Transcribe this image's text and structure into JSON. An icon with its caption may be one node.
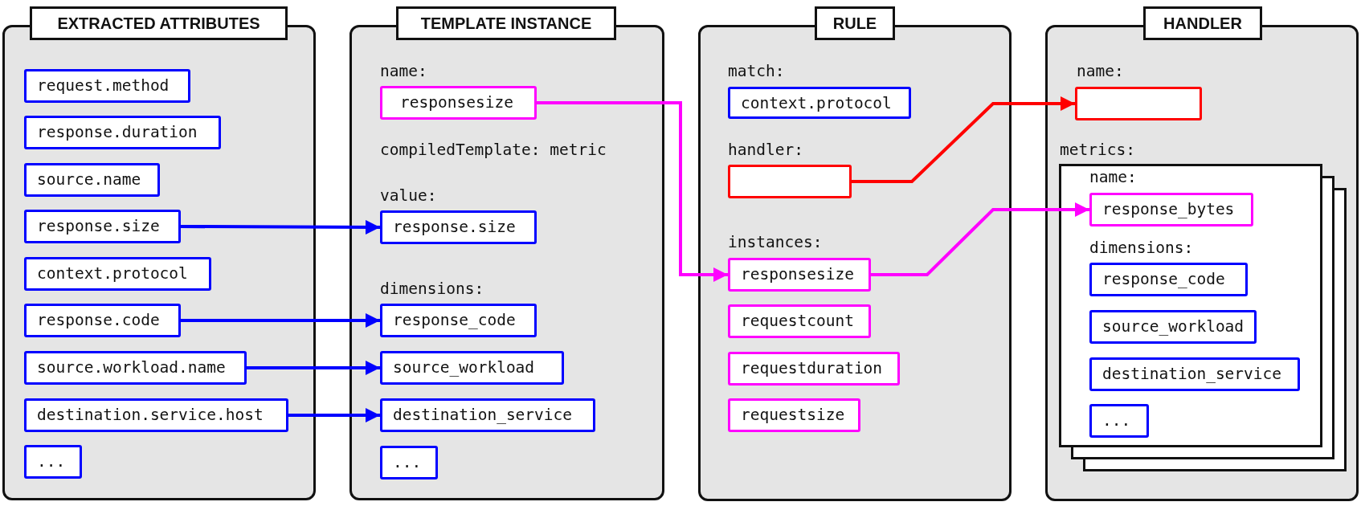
{
  "diagram": {
    "nodes": [
      {
        "text": [
          "EXTRACTED ATTRIBUTES"
        ]
      },
      {
        "text": [
          "request.method"
        ],
        "in": 0
      },
      {
        "text": [
          "response.duration"
        ],
        "in": 0
      },
      {
        "text": [
          "source.name"
        ],
        "in": 0
      },
      {
        "text": [
          "response.size"
        ],
        "in": 0
      },
      {
        "text": [
          "context.protocol"
        ],
        "in": 0
      },
      {
        "text": [
          "response.code"
        ],
        "in": 0
      },
      {
        "text": [
          "source.workload.name"
        ],
        "in": 0
      },
      {
        "text": [
          "destination.service.host"
        ],
        "in": 0
      },
      {
        "text": [
          "..."
        ],
        "in": 0
      },
      {
        "text": [
          "TEMPLATE INSTANCE",
          "name:",
          "compiledTemplate: metric",
          "value:",
          "dimensions:"
        ]
      },
      {
        "text": [
          "responsesize"
        ],
        "in": 10
      },
      {
        "text": [
          "response.size"
        ],
        "in": 10
      },
      {
        "text": [
          "response_code"
        ],
        "in": 10
      },
      {
        "text": [
          "source_workload"
        ],
        "in": 10
      },
      {
        "text": [
          "destination_service"
        ],
        "in": 10
      },
      {
        "text": [
          "..."
        ],
        "in": 10
      },
      {
        "text": [
          "RULE",
          "match:",
          "handler:",
          "instances:"
        ]
      },
      {
        "text": [
          "context.protocol"
        ],
        "in": 17
      },
      {
        "text": [],
        "shape": "box",
        "in": 17
      },
      {
        "text": [
          "responsesize"
        ],
        "in": 17
      },
      {
        "text": [
          "requestcount"
        ],
        "in": 17
      },
      {
        "text": [
          "requestduration"
        ],
        "in": 17
      },
      {
        "text": [
          "requestsize"
        ],
        "in": 17
      },
      {
        "text": [
          "HANDLER",
          "name:",
          "metrics:"
        ]
      },
      {
        "text": [],
        "shape": "box",
        "in": 24
      },
      {
        "text": [
          "name:",
          "dimensions:"
        ],
        "in": 24
      },
      {
        "text": [
          "response_bytes"
        ],
        "in": 26
      },
      {
        "text": [
          "response_code"
        ],
        "in": 26
      },
      {
        "text": [
          "source_workload"
        ],
        "in": 26
      },
      {
        "text": [
          "destination_service"
        ],
        "in": 26
      },
      {
        "text": [
          "..."
        ],
        "in": 26
      }
    ],
    "edges": [
      {
        "from": 4,
        "to": 12,
        "arrow": "to"
      },
      {
        "from": 6,
        "to": 13,
        "arrow": "to"
      },
      {
        "from": 7,
        "to": 14,
        "arrow": "to"
      },
      {
        "from": 8,
        "to": 15,
        "arrow": "to"
      },
      {
        "from": 11,
        "to": 20,
        "arrow": "to",
        "color": "#ff00ff"
      },
      {
        "from": 19,
        "to": 25,
        "arrow": "to",
        "color": "#ff0000"
      },
      {
        "from": 20,
        "to": 27,
        "arrow": "to",
        "color": "#ff00ff"
      }
    ]
  }
}
